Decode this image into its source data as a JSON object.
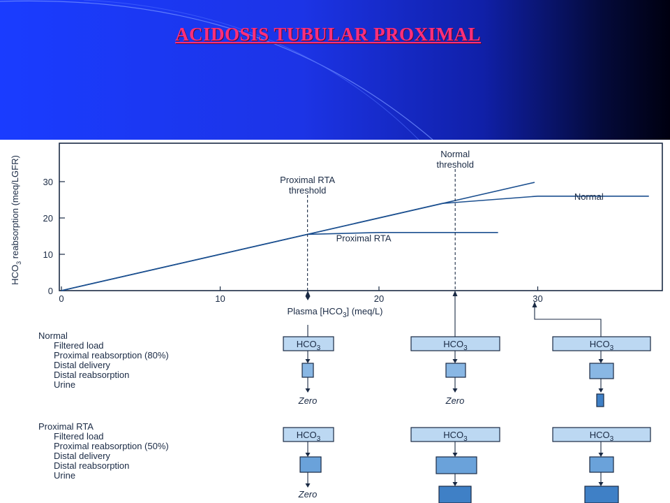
{
  "slide": {
    "title": "ACIDOSIS TUBULAR PROXIMAL"
  },
  "chart_data": {
    "type": "line",
    "xlabel": "Plasma [HCO3] (meq/L)",
    "ylabel": "HCO3 reabsorption (meq/LGFR)",
    "xlim": [
      0,
      38
    ],
    "ylim": [
      0,
      40
    ],
    "x_ticks": [
      0,
      10,
      20,
      30
    ],
    "y_ticks": [
      0,
      10,
      20,
      30
    ],
    "series": [
      {
        "name": "Normal",
        "points": [
          [
            0,
            0
          ],
          [
            24,
            24
          ],
          [
            30,
            26
          ],
          [
            37,
            26
          ]
        ]
      },
      {
        "name": "Proximal RTA",
        "points": [
          [
            0,
            0
          ],
          [
            15.5,
            15.5
          ],
          [
            20,
            16
          ],
          [
            27.5,
            16
          ]
        ]
      },
      {
        "name": "",
        "points": [
          [
            0,
            0
          ],
          [
            29.8,
            29.8
          ]
        ]
      }
    ],
    "annotations": [
      {
        "label_lines": [
          "Proximal RTA",
          "threshold"
        ],
        "x": 15.5
      },
      {
        "label_lines": [
          "Normal",
          "threshold"
        ],
        "x": 24.8
      }
    ]
  },
  "diagram": {
    "normal": {
      "heading": "Normal",
      "rows": [
        "Filtered load",
        "Proximal reabsorption (80%)",
        "Distal delivery",
        "Distal reabsorption",
        "Urine"
      ]
    },
    "proximal": {
      "heading": "Proximal RTA",
      "rows": [
        "Filtered load",
        "Proximal reabsorption (50%)",
        "Distal delivery",
        "Distal reabsorption",
        "Urine"
      ]
    },
    "box_label": "HCO",
    "box_sub": "3",
    "zero_label": "Zero"
  }
}
